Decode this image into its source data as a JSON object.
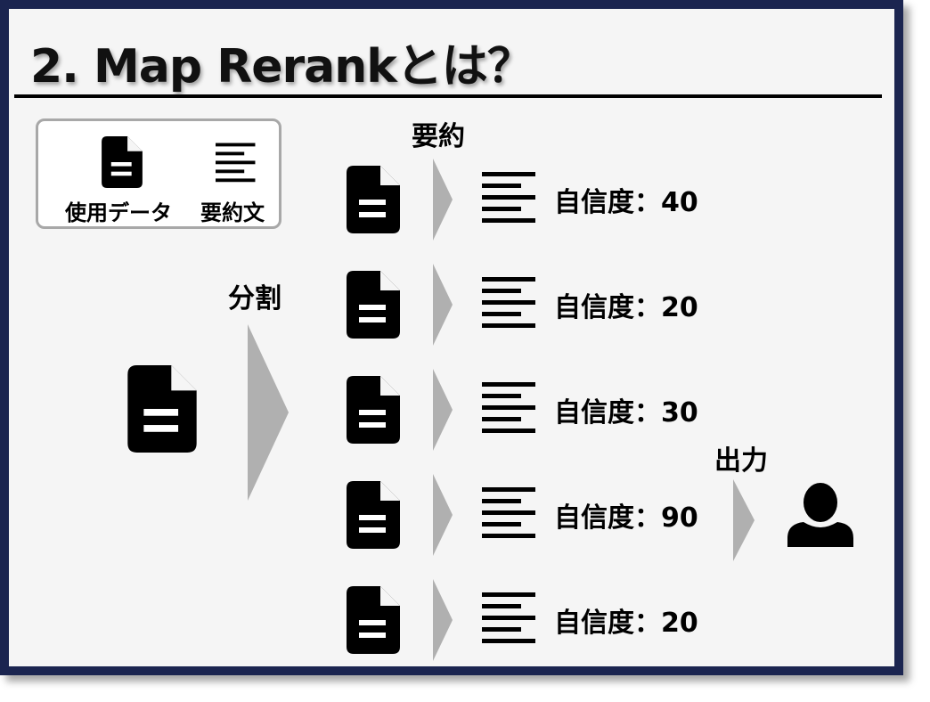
{
  "slide": {
    "title": "2. Map Rerankとは？",
    "legend": {
      "document_label": "使用データ",
      "summary_label": "要約文"
    },
    "split_label": "分割",
    "summarize_label": "要約",
    "output_label": "出力",
    "rows": [
      {
        "confidence_label": "自信度：",
        "confidence_value": "40"
      },
      {
        "confidence_label": "自信度：",
        "confidence_value": "20"
      },
      {
        "confidence_label": "自信度：",
        "confidence_value": "30"
      },
      {
        "confidence_label": "自信度：",
        "confidence_value": "90"
      },
      {
        "confidence_label": "自信度：",
        "confidence_value": "20"
      }
    ],
    "colors": {
      "frame": "#1b2550",
      "background": "#f5f5f5",
      "arrow": "#b0b0b0",
      "icon": "#000000"
    },
    "icons": [
      "document-icon",
      "summary-text-icon",
      "user-icon"
    ]
  }
}
